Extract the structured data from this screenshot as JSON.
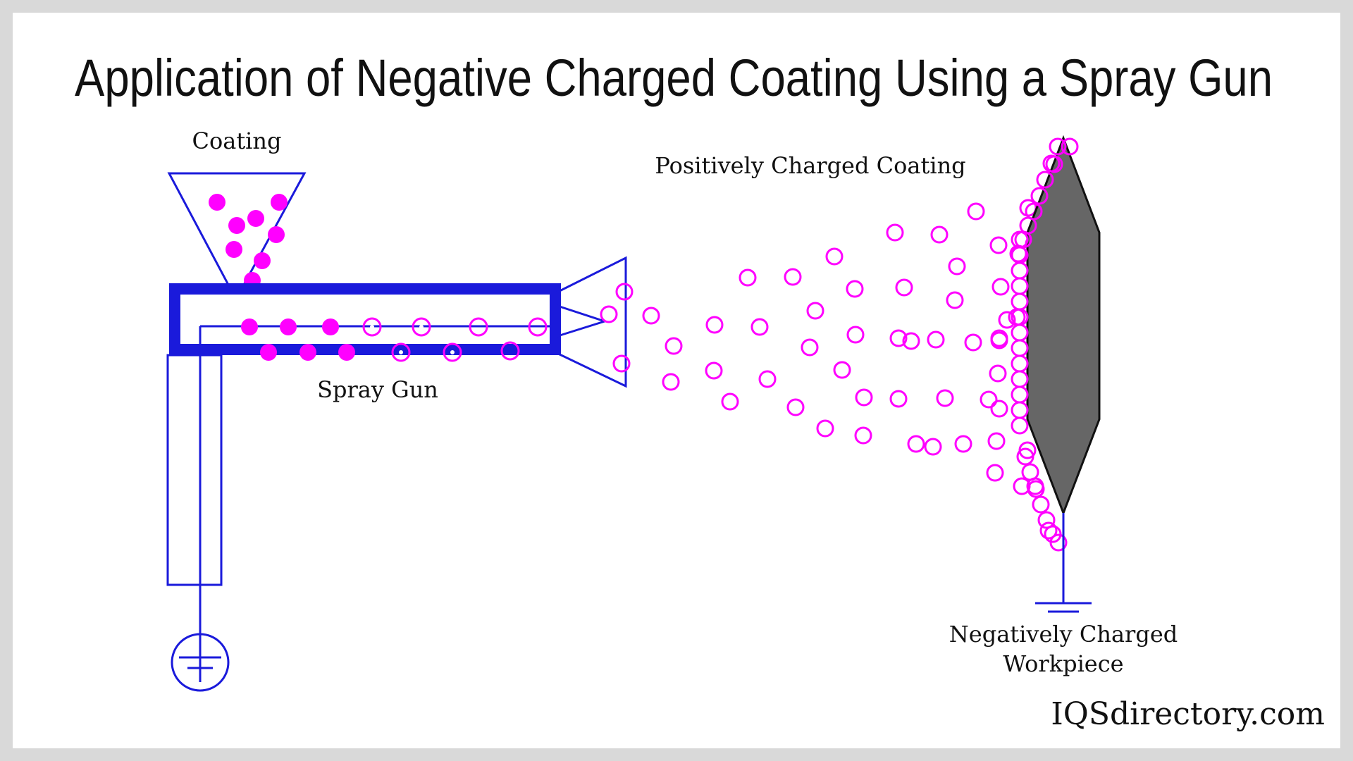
{
  "title": "Application of Negative Charged Coating Using a Spray Gun",
  "labels": {
    "coating": "Coating",
    "spray_gun": "Spray Gun",
    "positively_charged_coating": "Positively Charged Coating",
    "workpiece_line1": "Negatively Charged",
    "workpiece_line2": "Workpiece"
  },
  "watermark": "IQSdirectory.com",
  "colors": {
    "gun_blue": "#1a1adb",
    "particle_magenta": "#ff00ff",
    "workpiece_gray": "#666666",
    "text": "#111111",
    "border_gray": "#d9d9d9"
  },
  "icons": [
    "ground-symbol-icon",
    "earth-ground-circle-icon"
  ]
}
